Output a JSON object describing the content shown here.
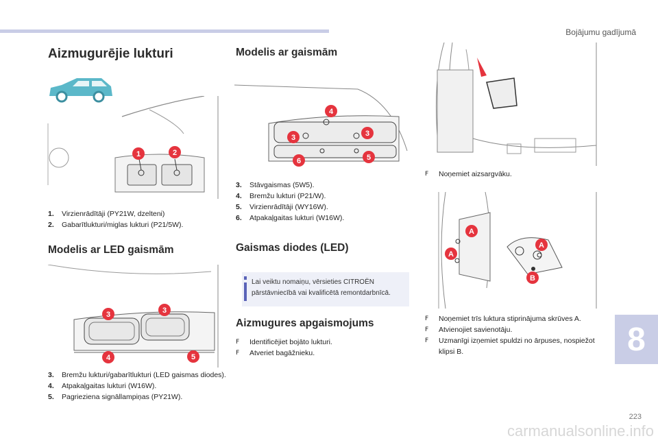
{
  "header": {
    "section_title": "Bojājumu gadījumā"
  },
  "colors": {
    "accent_bar": "#c9cde6",
    "callout_red": "#e5343e",
    "car_teal": "#5bb8c9",
    "info_blue": "#5a63b8"
  },
  "left": {
    "title": "Aizmugurējie lukturi",
    "icon": "car-side-icon",
    "items": [
      {
        "num": "1.",
        "text": "Virzienrādītāji (PY21W, dzelteni)"
      },
      {
        "num": "2.",
        "text": "Gabarītlukturi/miglas lukturi (P21/5W)."
      }
    ],
    "led_section": {
      "title": "Modelis ar LED gaismām",
      "items": [
        {
          "num": "3.",
          "text": "Bremžu lukturi/gabarītlukturi (LED gaismas diodes)."
        },
        {
          "num": "4.",
          "text": "Atpakaļgaitas lukturi (W16W)."
        },
        {
          "num": "5.",
          "text": "Pagrieziena signāllampiņas (PY21W)."
        }
      ]
    },
    "fig1_labels": [
      "1",
      "2"
    ],
    "fig2_labels": [
      "3",
      "3",
      "4",
      "5"
    ]
  },
  "middle": {
    "title": "Modelis ar gaismām",
    "items": [
      {
        "num": "3.",
        "text": "Stāvgaismas (5W5)."
      },
      {
        "num": "4.",
        "text": "Bremžu lukturi (P21/W)."
      },
      {
        "num": "5.",
        "text": "Virzienrādītāji (WY16W)."
      },
      {
        "num": "6.",
        "text": "Atpakaļgaitas lukturi (W16W)."
      }
    ],
    "led_title": "Gaismas diodes (LED)",
    "note": "Lai veiktu nomaiņu, vērsieties CITROËN pārstāvniecībā vai kvalificētā remontdarbnīcā.",
    "interior_title": "Aizmugures apgaismojums",
    "interior_steps": [
      "Identificējiet bojāto lukturi.",
      "Atveriet bagāžnieku."
    ],
    "fig_labels": [
      "4",
      "3",
      "3",
      "6",
      "5"
    ]
  },
  "right": {
    "step1": "Noņemiet aizsargvāku.",
    "steps": [
      "Noņemiet trīs luktura stiprinājuma skrūves A.",
      "Atvienojiet savienotāju.",
      "Uzmanīgi izņemiet spuldzi no ārpuses, nospiežot klipsi B."
    ],
    "fig_labels": [
      "A",
      "A",
      "A",
      "B"
    ]
  },
  "bullet_symbol": "F",
  "chapter_number": "8",
  "page_number": "223",
  "watermark": "carmanualsonline.info"
}
